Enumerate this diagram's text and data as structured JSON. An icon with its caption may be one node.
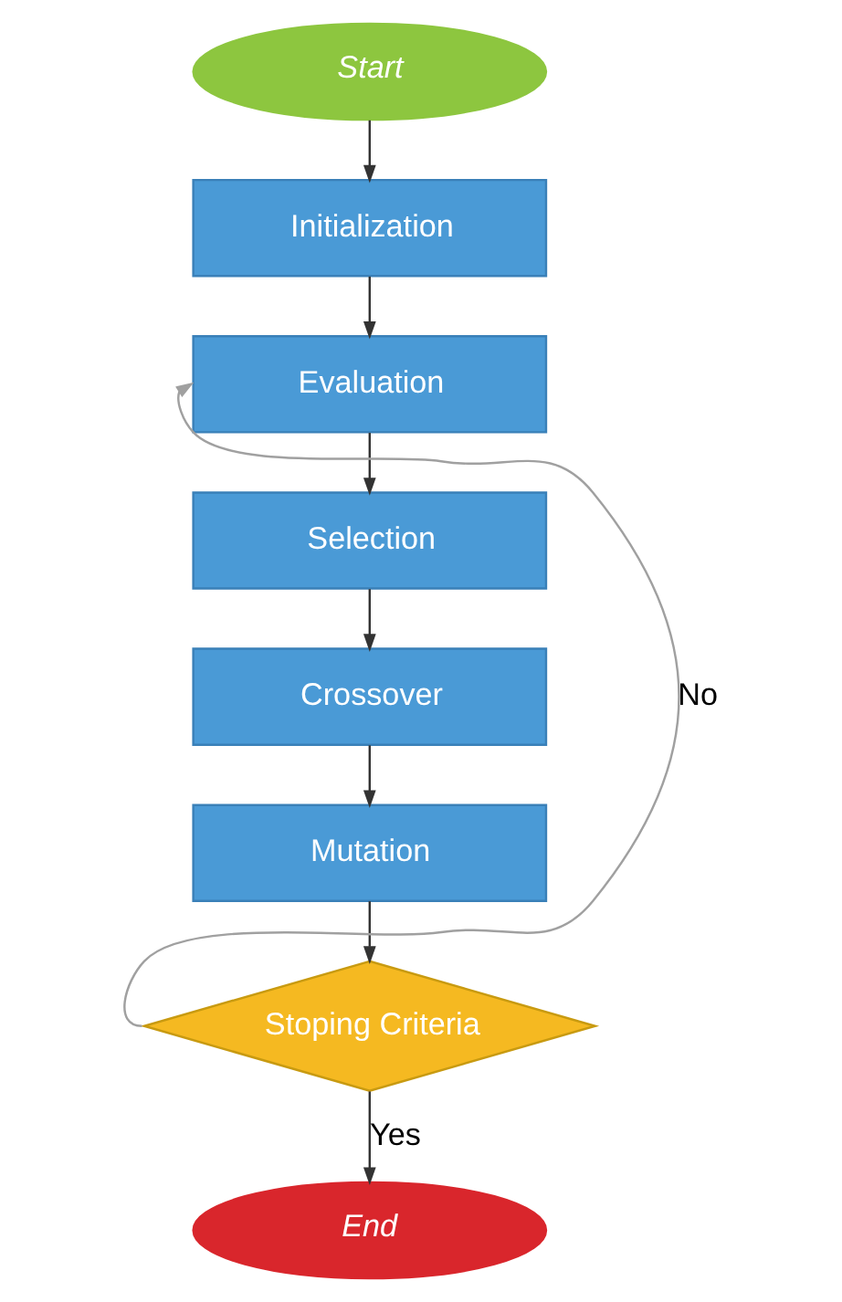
{
  "diagram": {
    "nodes": [
      {
        "text": [
          "Start"
        ]
      },
      {
        "text": [
          "Initialization"
        ]
      },
      {
        "text": [
          "Evaluation"
        ]
      },
      {
        "text": [
          "Selection"
        ]
      },
      {
        "text": [
          "Crossover"
        ]
      },
      {
        "text": [
          "Mutation"
        ]
      },
      {
        "text": [
          "Stoping Criteria"
        ]
      },
      {
        "text": [
          "End"
        ]
      }
    ],
    "edges": [
      {
        "from": 0,
        "to": 1,
        "arrow": "to"
      },
      {
        "from": 1,
        "to": 2,
        "arrow": "to"
      },
      {
        "from": 2,
        "to": 3,
        "arrow": "to"
      },
      {
        "from": 3,
        "to": 4,
        "arrow": "to"
      },
      {
        "from": 4,
        "to": 5,
        "arrow": "to"
      },
      {
        "from": 5,
        "to": 6,
        "arrow": "to"
      },
      {
        "from": 6,
        "to": 2,
        "arrow": "to",
        "label": "No",
        "color": "#a0a0a0"
      },
      {
        "from": 6,
        "to": 7,
        "arrow": "to",
        "label": "Yes"
      }
    ]
  }
}
